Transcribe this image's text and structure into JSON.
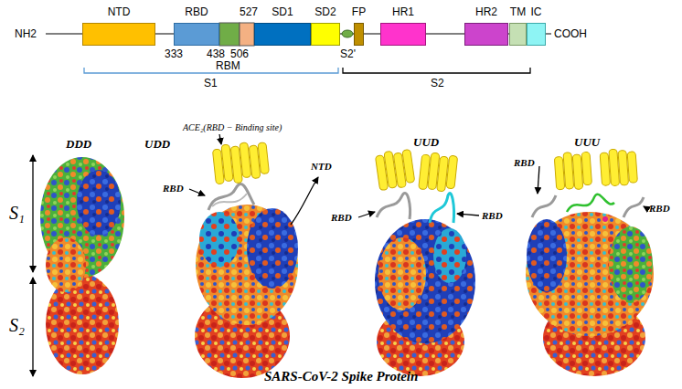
{
  "diagram": {
    "caption": "SARS-CoV-2 Spike Protein",
    "nodes": [
      {
        "text": [
          "NTD"
        ]
      },
      {
        "text": [
          "RBD"
        ]
      },
      {
        "text": [
          "SD1"
        ]
      },
      {
        "text": [
          "SD2"
        ]
      },
      {
        "text": [
          "FP"
        ]
      },
      {
        "text": [
          "HR1"
        ]
      },
      {
        "text": [
          "HR2"
        ]
      },
      {
        "text": [
          "TM"
        ]
      },
      {
        "text": [
          "IC"
        ]
      }
    ],
    "labels": [
      "NH2",
      "COOH",
      "527",
      "333",
      "438",
      "506",
      "RBM",
      "S2'",
      "S1",
      "S2",
      "DDD",
      "UDD",
      "UUD",
      "UUU",
      "ACE₂(RBD − Binding site)",
      "RBD",
      "NTD",
      "RBD",
      "RBD",
      "RBD",
      "RBD",
      "S₁",
      "S₂"
    ]
  }
}
